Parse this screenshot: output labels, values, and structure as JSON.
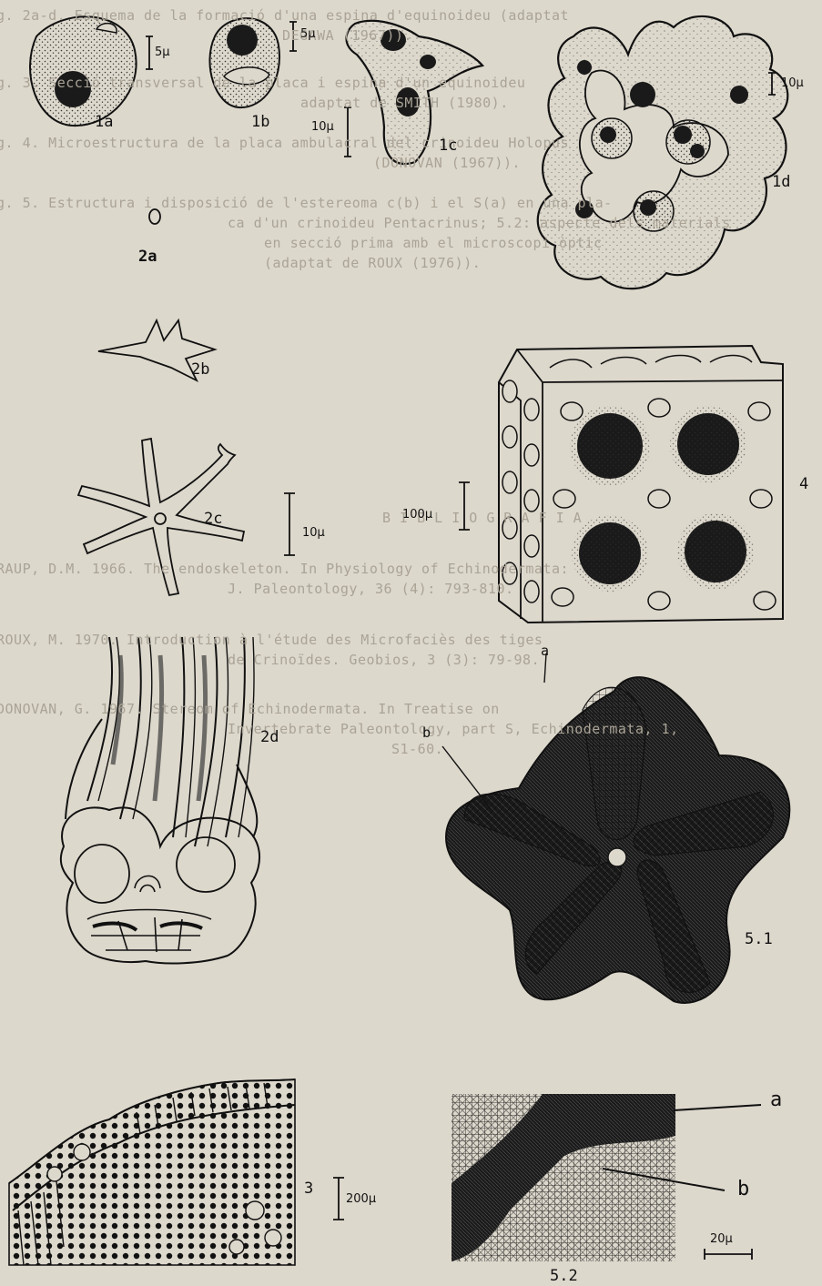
{
  "background_text": {
    "lines": [
      "g. 2a-d. Esquema de la formació d'una espina d'equinoideu (adaptat",
      "DEGAWA (1967)).",
      "g. 3. Secció transversal de la placa i espina d'un equinoideu",
      "adaptat de SMITH (1980).",
      "g. 4. Microestructura de la placa ambulacral del crinoideu Holopus",
      "(DONOVAN (1967)).",
      "g. 5. Estructura i disposició de l'estereoma c(b) i el S(a) en una pla-",
      "ca d'un crinoideu Pentacrinus; 5.2: aspecte dels materials",
      "en secció prima amb el microscopi òptic",
      "(adaptat de ROUX (1976)).",
      "B I B L I O G R A F I A",
      "RAUP, D.M. 1966. The endoskeleton. In Physiology of Echinodermata:",
      "J. Paleontology, 36 (4): 793-810.",
      "ROUX, M. 1970. Introduction à l'étude des Microfaciès des tiges",
      "de Crinoïdes. Geobios, 3 (3): 79-98.",
      "DONOVAN, G. 1967. Stereom of Echinodermata. In Treatise on",
      "Invertebrate Paleontology, part S, Echinodermata, 1,",
      "S1-60."
    ]
  },
  "figure_labels": {
    "f1a": "1a",
    "f1b": "1b",
    "f1c": "1c",
    "f1d": "1d",
    "f2a": "2a",
    "f2b": "2b",
    "f2c": "2c",
    "f2d": "2d",
    "f3": "3",
    "f4": "4",
    "f51": "5.1",
    "f52": "5.2",
    "a1": "a",
    "b1": "b",
    "a2": "a",
    "b2": "b"
  },
  "scale_labels": {
    "s1a": "5μ",
    "s1b": "5μ",
    "s1c": "10μ",
    "s1d": "10μ",
    "s2c": "10μ",
    "s3": "200μ",
    "s4": "100μ",
    "s52": "20μ"
  }
}
